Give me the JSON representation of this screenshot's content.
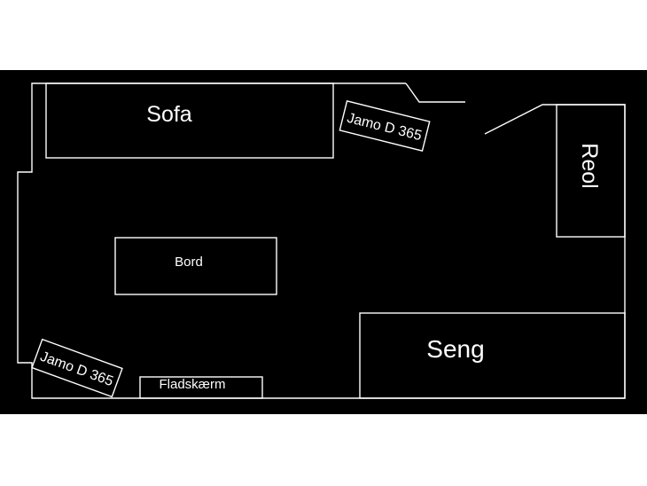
{
  "plan": {
    "background_color": "#000000",
    "line_color": "#ffffff",
    "labels": {
      "sofa": "Sofa",
      "bord": "Bord",
      "seng": "Seng",
      "reol": "Reol",
      "speaker_top": "Jamo D 365",
      "speaker_bottom": "Jamo D 365",
      "tv": "Fladskærm"
    }
  }
}
